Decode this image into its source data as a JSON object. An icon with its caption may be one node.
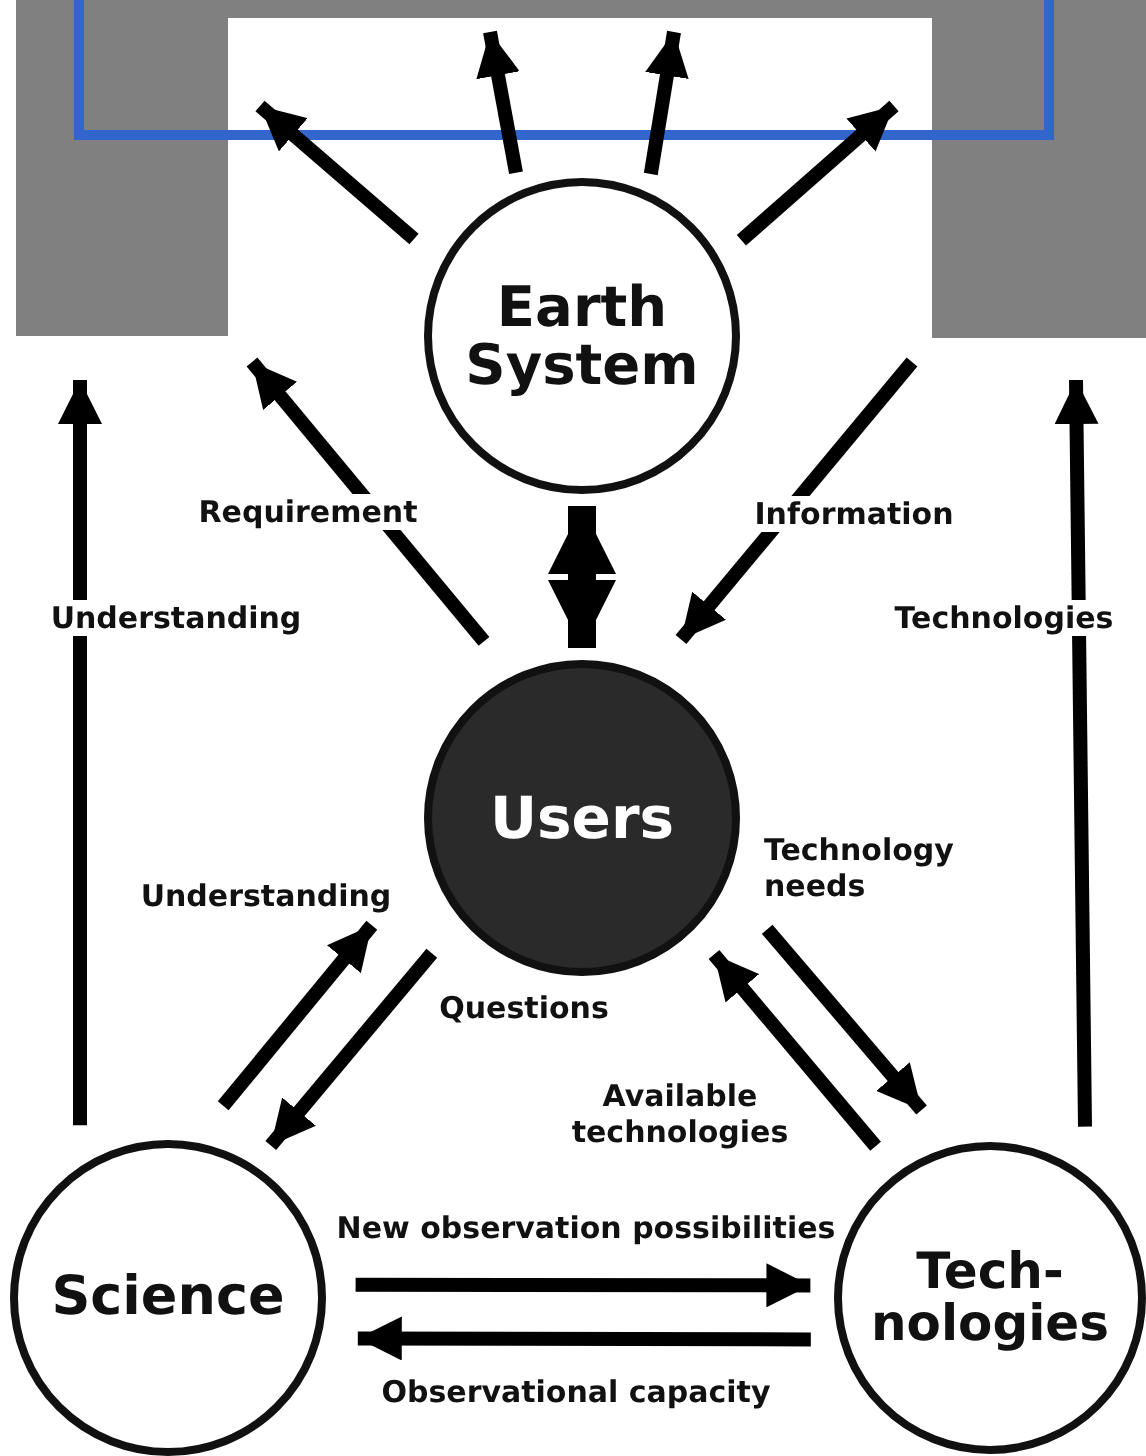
{
  "diagram": {
    "nodes": [
      {
        "text": [],
        "shape": "band"
      },
      {
        "text": [],
        "shape": "box",
        "in": 0
      },
      {
        "text": [
          "Earth System"
        ]
      },
      {
        "text": [
          "Users"
        ]
      },
      {
        "text": [
          "Science"
        ]
      },
      {
        "text": [
          "Tech- nologies"
        ]
      }
    ],
    "edges": [
      {
        "from": 2,
        "to": 1,
        "arrow": "to"
      },
      {
        "from": 2,
        "to": 1,
        "arrow": "to"
      },
      {
        "from": 2,
        "to": 1,
        "arrow": "to"
      },
      {
        "from": 2,
        "to": 1,
        "arrow": "to"
      },
      {
        "from": 2,
        "to": 3,
        "arrow": "both",
        "style": "thick"
      },
      {
        "from": 3,
        "to": 0,
        "arrow": "to",
        "label": "Requirement"
      },
      {
        "from": 0,
        "to": 3,
        "arrow": "to",
        "label": "Information"
      },
      {
        "from": 4,
        "to": 0,
        "arrow": "to",
        "label": "Understanding"
      },
      {
        "from": 5,
        "to": 0,
        "arrow": "to",
        "label": "Technologies"
      },
      {
        "from": 4,
        "to": 3,
        "arrow": "to",
        "label": "Understanding"
      },
      {
        "from": 3,
        "to": 4,
        "arrow": "to",
        "label": "Questions"
      },
      {
        "from": 3,
        "to": 5,
        "arrow": "to",
        "label": "Technology needs"
      },
      {
        "from": 5,
        "to": 3,
        "arrow": "to",
        "label": "Available technologies"
      },
      {
        "from": 4,
        "to": 5,
        "arrow": "to",
        "label": "New observation possibilities"
      },
      {
        "from": 5,
        "to": 4,
        "arrow": "to",
        "label": "Observational capacity"
      }
    ]
  }
}
